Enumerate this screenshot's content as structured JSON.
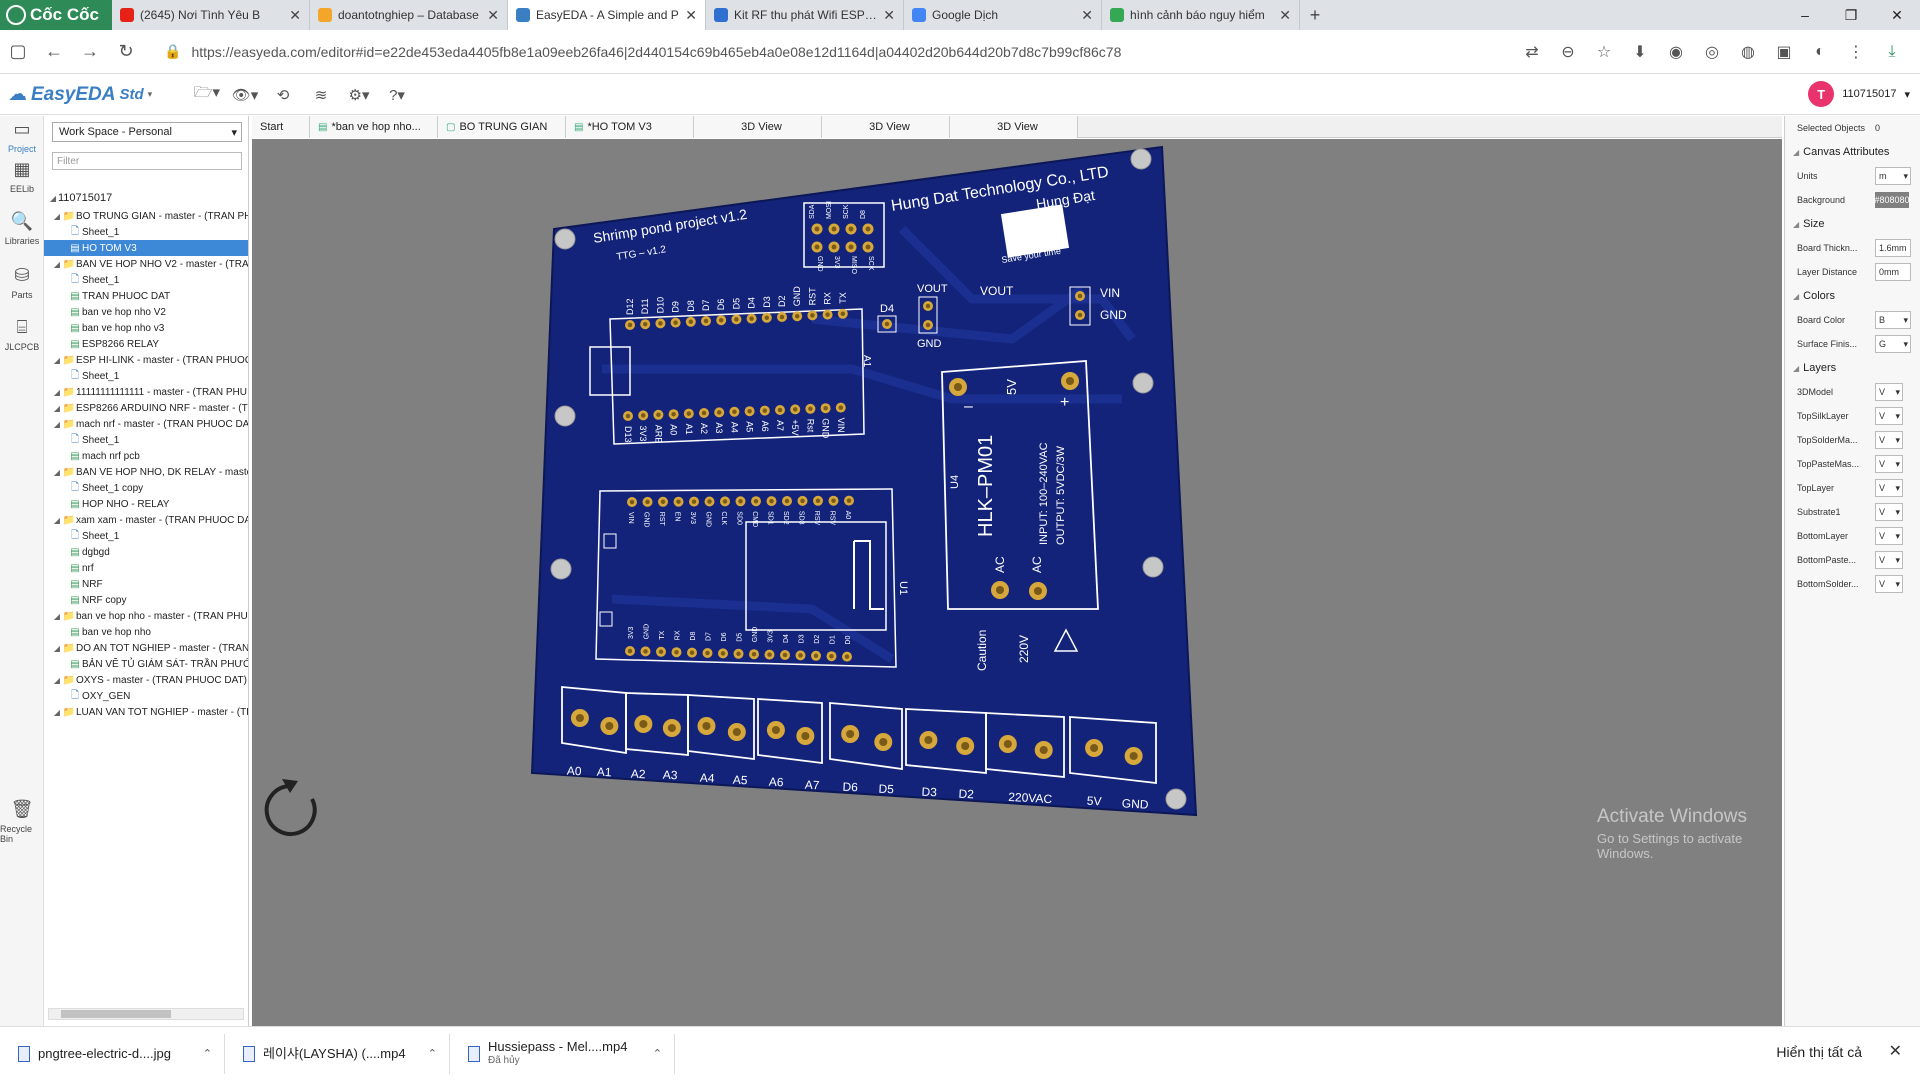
{
  "browser": {
    "brand": "Cốc Cốc",
    "tabs": [
      {
        "title": "(2645) Nơi Tình Yêu B",
        "color": "#e62117",
        "active": false
      },
      {
        "title": "doantotnghiep – Database",
        "color": "#f4a62a",
        "active": false
      },
      {
        "title": "EasyEDA - A Simple and P",
        "color": "#3a7ec4",
        "active": true
      },
      {
        "title": "Kit RF thu phát Wifi ESP82",
        "color": "#2f6fd0",
        "active": false
      },
      {
        "title": "Google Dịch",
        "color": "#4285f4",
        "active": false
      },
      {
        "title": "hình cảnh báo nguy hiểm",
        "color": "#34a853",
        "active": false
      }
    ],
    "url": "https://easyeda.com/editor#id=e22de453eda4405fb8e1a09eeb26fa46|2d440154c69b465eb4a0e08e12d1164d|a04402d20b644d20b7d8c7b99cf86c78"
  },
  "eda": {
    "logo": "EasyEDA",
    "edition": "Std",
    "user": "110715017",
    "user_initial": "T"
  },
  "rail": [
    {
      "label": "Project",
      "icon": "project-icon",
      "glyph": "▭"
    },
    {
      "label": "EELib",
      "icon": "chip-icon",
      "glyph": "▦"
    },
    {
      "label": "Libraries",
      "icon": "search-icon",
      "glyph": "🔍"
    },
    {
      "label": "Parts",
      "icon": "parts-icon",
      "glyph": "⛁"
    },
    {
      "label": "JLCPCB",
      "icon": "jlcpcb-icon",
      "glyph": "⌸"
    },
    {
      "label": "Recycle Bin",
      "icon": "trash-icon",
      "glyph": "🗑"
    }
  ],
  "project_panel": {
    "workspace": "Work Space - Personal",
    "filter_placeholder": "Filter",
    "root": "110715017",
    "items": [
      {
        "label": "BO TRUNG GIAN - master - (TRAN PH",
        "type": "folder",
        "level": 1
      },
      {
        "label": "Sheet_1",
        "type": "sheet",
        "level": 2
      },
      {
        "label": "HO TOM V3",
        "type": "pcb",
        "level": 2,
        "selected": true
      },
      {
        "label": "BAN VE HOP NHO V2 - master - (TRA",
        "type": "folder",
        "level": 1
      },
      {
        "label": "Sheet_1",
        "type": "sheet",
        "level": 2
      },
      {
        "label": "TRAN PHUOC DAT",
        "type": "pcb",
        "level": 2
      },
      {
        "label": "ban ve hop nho V2",
        "type": "pcb",
        "level": 2
      },
      {
        "label": "ban ve hop nho v3",
        "type": "pcb",
        "level": 2
      },
      {
        "label": "ESP8266 RELAY",
        "type": "pcb",
        "level": 2
      },
      {
        "label": "ESP HI-LINK - master - (TRAN PHUOC",
        "type": "folder",
        "level": 1
      },
      {
        "label": "Sheet_1",
        "type": "sheet",
        "level": 2
      },
      {
        "label": "11111111111111 - master - (TRAN PHU",
        "type": "folder",
        "level": 1
      },
      {
        "label": "ESP8266 ARDUINO NRF - master - (T",
        "type": "folder",
        "level": 1
      },
      {
        "label": "mach nrf - master - (TRAN PHUOC DA",
        "type": "folder",
        "level": 1
      },
      {
        "label": "Sheet_1",
        "type": "sheet",
        "level": 2
      },
      {
        "label": "mach nrf pcb",
        "type": "pcb",
        "level": 2
      },
      {
        "label": "BAN VE HOP NHO, DK RELAY - maste",
        "type": "folder",
        "level": 1
      },
      {
        "label": "Sheet_1 copy",
        "type": "sheet",
        "level": 2
      },
      {
        "label": "HOP NHO - RELAY",
        "type": "pcb",
        "level": 2
      },
      {
        "label": "xam xam - master - (TRAN PHUOC DA",
        "type": "folder",
        "level": 1
      },
      {
        "label": "Sheet_1",
        "type": "sheet",
        "level": 2
      },
      {
        "label": "dgbgd",
        "type": "pcb",
        "level": 2
      },
      {
        "label": "nrf",
        "type": "pcb",
        "level": 2
      },
      {
        "label": "NRF",
        "type": "pcb",
        "level": 2
      },
      {
        "label": "NRF copy",
        "type": "pcb",
        "level": 2
      },
      {
        "label": "ban ve hop nho - master - (TRAN PHU",
        "type": "folder",
        "level": 1
      },
      {
        "label": "ban ve hop nho",
        "type": "pcb",
        "level": 2
      },
      {
        "label": "DO AN TOT NGHIEP - master - (TRAN",
        "type": "folder",
        "level": 1
      },
      {
        "label": "BẢN VẼ TỦ GIÁM SÁT- TRẦN PHƯỚ",
        "type": "pcb",
        "level": 2
      },
      {
        "label": "OXYS - master - (TRAN PHUOC DAT)",
        "type": "folder",
        "level": 1
      },
      {
        "label": "OXY_GEN",
        "type": "sheet",
        "level": 2
      },
      {
        "label": "LUAN VAN TOT NGHIEP - master - (TR",
        "type": "folder",
        "level": 1
      }
    ]
  },
  "doc_tabs": [
    {
      "label": "Start",
      "icon": ""
    },
    {
      "label": "*ban ve hop nho...",
      "icon": "▤"
    },
    {
      "label": "BO TRUNG GIAN",
      "icon": "▢"
    },
    {
      "label": "*HO TOM V3",
      "icon": "▤"
    },
    {
      "label": "3D View",
      "icon": ""
    },
    {
      "label": "3D View",
      "icon": ""
    },
    {
      "label": "3D View",
      "icon": ""
    }
  ],
  "attributes": {
    "selected_label": "Selected Objects",
    "selected_count": "0",
    "canvas_section": "Canvas Attributes",
    "units_label": "Units",
    "units": "m",
    "background_label": "Background",
    "background": "#808080",
    "size_section": "Size",
    "board_thickness_label": "Board Thickn...",
    "board_thickness": "1.6mm",
    "layer_distance_label": "Layer Distance",
    "layer_distance": "0mm",
    "colors_section": "Colors",
    "board_color_label": "Board Color",
    "board_color": "B",
    "surface_label": "Surface Finis...",
    "surface": "G",
    "layers_section": "Layers",
    "layers": [
      "3DModel",
      "TopSilkLayer",
      "TopSolderMa...",
      "TopPasteMas...",
      "TopLayer",
      "Substrate1",
      "BottomLayer",
      "BottomPaste...",
      "BottomSolder..."
    ],
    "layer_value": "V"
  },
  "pcb": {
    "title": "Shrimp pond project v1.2",
    "version": "TTG – v1.2",
    "company": "Hung Dat Technology Co., LTD",
    "brand": "Hung Đạt",
    "slogan": "Save your time",
    "board_color": "#13237a",
    "silk_color": "#ffffff",
    "pad_color": "#d6a73b",
    "nano_top_pins": [
      "D12",
      "D11",
      "D10",
      "D9",
      "D8",
      "D7",
      "D6",
      "D5",
      "D4",
      "D3",
      "D2",
      "GND",
      "RST",
      "RX",
      "TX"
    ],
    "nano_bottom_pins": [
      "D13",
      "3V3",
      "ARE",
      "A0",
      "A1",
      "A2",
      "A3",
      "A4",
      "A5",
      "A6",
      "A7",
      "+5V",
      "Rst",
      "GND",
      "VIN"
    ],
    "nano_ref": "A1",
    "nrf_pins": [
      "SDA",
      "MOSI",
      "SCK",
      "D8",
      "GND",
      "3V3",
      "MISO",
      "SCK"
    ],
    "d4": "D4",
    "vout_pad": "VOUT",
    "gnd_pad": "GND",
    "vout_label": "VOUT",
    "vin": "VIN",
    "gnd2": "GND",
    "hlk_part": "HLK–PM01",
    "hlk_ref": "U4",
    "hlk_5v": "5V",
    "hlk_minus": "–",
    "hlk_plus": "+",
    "hlk_input": "INPUT: 100–240VAC",
    "hlk_output": "OUTPUT: 5VDC/3W",
    "hlk_ac1": "AC",
    "hlk_ac2": "AC",
    "caution": "Caution",
    "v220": "220V",
    "esp_ref": "U1",
    "esp_top_pins": [
      "VIN",
      "GND",
      "RST",
      "EN",
      "3V3",
      "GND",
      "CLK",
      "SD0",
      "CMD",
      "SD1",
      "SD2",
      "SD3",
      "RSV",
      "RSV",
      "A0"
    ],
    "esp_bottom_pins": [
      "3V3",
      "GND",
      "TX",
      "RX",
      "D8",
      "D7",
      "D6",
      "D5",
      "GND",
      "3V3",
      "D4",
      "D3",
      "D2",
      "D1",
      "D0"
    ],
    "terminal_labels": [
      "A0",
      "A1",
      "A2",
      "A3",
      "A4",
      "A5",
      "A6",
      "A7",
      "D6",
      "D5",
      "D3",
      "D2",
      "220VAC",
      "5V",
      "GND"
    ]
  },
  "canvas": {
    "watermark_title": "Activate Windows",
    "watermark_sub": "Go to Settings to activate Windows."
  },
  "downloads": {
    "items": [
      {
        "name": "pngtree-electric-d....jpg",
        "sub": ""
      },
      {
        "name": "레이샤(LAYSHA) (....mp4",
        "sub": ""
      },
      {
        "name": "Hussiepass - Mel....mp4",
        "sub": "Đã hủy"
      }
    ],
    "show_all": "Hiển thị tất cả"
  }
}
